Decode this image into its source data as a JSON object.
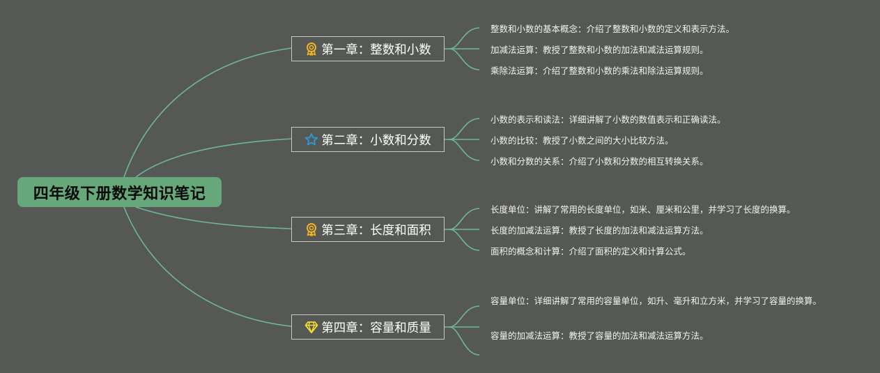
{
  "mindmap": {
    "root": "四年级下册数学知识笔记",
    "chapters": [
      {
        "title": "第一章：整数和小数",
        "icon": "award-ribbon-icon",
        "icon_color": "#f0b323",
        "items": [
          "整数和小数的基本概念：介绍了整数和小数的定义和表示方法。",
          "加减法运算：教授了整数和小数的加法和减法运算规则。",
          "乘除法运算：介绍了整数和小数的乘法和除法运算规则。"
        ]
      },
      {
        "title": "第二章：小数和分数",
        "icon": "star-outline-icon",
        "icon_color": "#2e9ad8",
        "items": [
          "小数的表示和读法：详细讲解了小数的数值表示和正确读法。",
          "小数的比较：教授了小数之间的大小比较方法。",
          "小数和分数的关系：介绍了小数和分数的相互转换关系。"
        ]
      },
      {
        "title": "第三章：长度和面积",
        "icon": "award-ribbon-icon",
        "icon_color": "#f0b323",
        "items": [
          "长度单位：讲解了常用的长度单位，如米、厘米和公里，并学习了长度的换算。",
          "长度的加减法运算：教授了长度的加法和减法运算方法。",
          "面积的概念和计算：介绍了面积的定义和计算公式。"
        ]
      },
      {
        "title": "第四章：容量和质量",
        "icon": "diamond-icon",
        "icon_color": "#f5e028",
        "items": [
          "容量单位：详细讲解了常用的容量单位，如升、毫升和立方米，并学习了容量的换算。",
          "容量的加减法运算：教授了容量的加法和减法运算方法。"
        ]
      }
    ],
    "colors": {
      "background": "#565855",
      "root_fill": "#66a87a",
      "connector": "#6fb79a",
      "chapter_border": "#c9c9c6"
    }
  }
}
